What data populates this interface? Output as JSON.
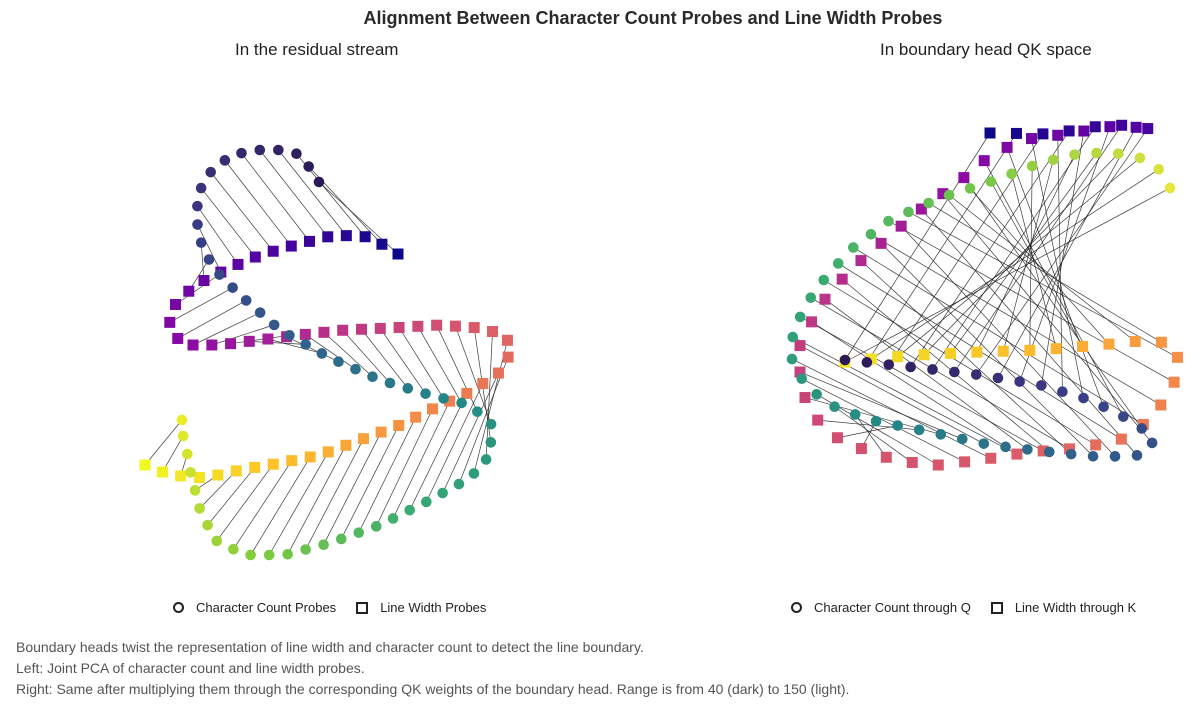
{
  "title": "Alignment Between Character Count Probes and Line Width Probes",
  "panels": [
    {
      "subtitle": "In the residual stream",
      "legend": [
        "Character Count Probes",
        "Line Width Probes"
      ]
    },
    {
      "subtitle": "In boundary head QK space",
      "legend": [
        "Character Count through Q",
        "Line Width through K"
      ]
    }
  ],
  "caption": [
    "Boundary heads twist the representation of line width and character count to detect the line boundary.",
    "Left: Joint PCA of character count and line width probes.",
    "Right: Same after multiplying them through the corresponding QK weights of the boundary head. Range is from 40 (dark) to 150 (light)."
  ],
  "chart_data": [
    {
      "type": "scatter",
      "title": "In the residual stream",
      "colormap": "plasma-like (dark purple to yellow)",
      "value_range": [
        40,
        150
      ],
      "series": [
        {
          "name": "Character Count Probes",
          "marker": "circle",
          "path": [
            [
              319,
              182
            ],
            [
              301,
              155
            ],
            [
              283,
              150
            ],
            [
              258,
              150
            ],
            [
              232,
              155
            ],
            [
              212,
              170
            ],
            [
              200,
              190
            ],
            [
              196,
              215
            ],
            [
              200,
              240
            ],
            [
              213,
              268
            ],
            [
              240,
              295
            ],
            [
              280,
              330
            ],
            [
              330,
              358
            ],
            [
              380,
              380
            ],
            [
              430,
              395
            ],
            [
              470,
              405
            ],
            [
              492,
              425
            ],
            [
              490,
              455
            ],
            [
              470,
              478
            ],
            [
              430,
              500
            ],
            [
              380,
              525
            ],
            [
              330,
              543
            ],
            [
              285,
              555
            ],
            [
              245,
              555
            ],
            [
              215,
              540
            ],
            [
              200,
              510
            ],
            [
              190,
              470
            ],
            [
              185,
              440
            ],
            [
              178,
              425
            ],
            [
              182,
              420
            ]
          ]
        },
        {
          "name": "Line Width Probes",
          "marker": "square",
          "path": [
            [
              398,
              254
            ],
            [
              370,
              237
            ],
            [
              335,
              235
            ],
            [
              295,
              245
            ],
            [
              260,
              255
            ],
            [
              225,
              270
            ],
            [
              195,
              285
            ],
            [
              175,
              305
            ],
            [
              169,
              325
            ],
            [
              182,
              345
            ],
            [
              220,
              345
            ],
            [
              260,
              340
            ],
            [
              300,
              335
            ],
            [
              345,
              330
            ],
            [
              390,
              328
            ],
            [
              440,
              325
            ],
            [
              480,
              328
            ],
            [
              505,
              335
            ],
            [
              512,
              350
            ],
            [
              500,
              372
            ],
            [
              470,
              392
            ],
            [
              430,
              410
            ],
            [
              400,
              425
            ],
            [
              360,
              440
            ],
            [
              320,
              455
            ],
            [
              280,
              463
            ],
            [
              240,
              470
            ],
            [
              205,
              478
            ],
            [
              170,
              475
            ],
            [
              145,
              465
            ]
          ]
        }
      ]
    },
    {
      "type": "scatter",
      "title": "In boundary head QK space",
      "colormap": "plasma-like (dark purple to yellow)",
      "value_range": [
        40,
        150
      ],
      "series": [
        {
          "name": "Character Count through Q",
          "marker": "circle",
          "path": [
            [
              845,
              360
            ],
            [
              920,
              368
            ],
            [
              980,
              375
            ],
            [
              1040,
              385
            ],
            [
              1090,
              400
            ],
            [
              1130,
              420
            ],
            [
              1155,
              438
            ],
            [
              1145,
              455
            ],
            [
              1100,
              457
            ],
            [
              1050,
              452
            ],
            [
              990,
              445
            ],
            [
              930,
              432
            ],
            [
              870,
              420
            ],
            [
              830,
              405
            ],
            [
              805,
              385
            ],
            [
              792,
              360
            ],
            [
              793,
              330
            ],
            [
              815,
              290
            ],
            [
              850,
              250
            ],
            [
              890,
              220
            ],
            [
              940,
              198
            ],
            [
              990,
              182
            ],
            [
              1035,
              165
            ],
            [
              1070,
              155
            ],
            [
              1110,
              152
            ],
            [
              1140,
              158
            ],
            [
              1160,
              170
            ],
            [
              1170,
              188
            ]
          ]
        },
        {
          "name": "Line Width through K",
          "marker": "square",
          "path": [
            [
              990,
              133
            ],
            [
              1050,
              134
            ],
            [
              1100,
              126
            ],
            [
              1130,
              125
            ],
            [
              1155,
              130
            ],
            [
              1120,
              125
            ],
            [
              1060,
              135
            ],
            [
              1020,
              140
            ],
            [
              985,
              160
            ],
            [
              955,
              185
            ],
            [
              920,
              210
            ],
            [
              885,
              240
            ],
            [
              850,
              270
            ],
            [
              820,
              305
            ],
            [
              800,
              345
            ],
            [
              800,
              385
            ],
            [
              812,
              415
            ],
            [
              840,
              440
            ],
            [
              880,
              456
            ],
            [
              930,
              466
            ],
            [
              980,
              460
            ],
            [
              1030,
              452
            ],
            [
              1080,
              448
            ],
            [
              1120,
              440
            ],
            [
              1150,
              420
            ],
            [
              1168,
              395
            ],
            [
              1180,
              370
            ],
            [
              1175,
              345
            ],
            [
              1150,
              340
            ],
            [
              1100,
              345
            ],
            [
              1040,
              350
            ],
            [
              980,
              352
            ],
            [
              920,
              355
            ],
            [
              880,
              358
            ],
            [
              845,
              362
            ]
          ]
        }
      ]
    }
  ]
}
